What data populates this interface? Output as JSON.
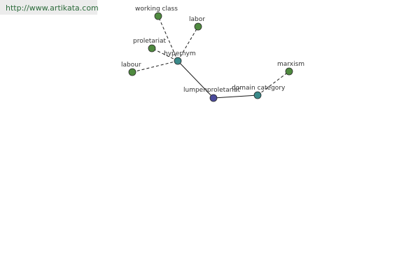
{
  "url_text": "http://www.artikata.com",
  "colors": {
    "leaf": "#4f8a3f",
    "relation": "#3a8a8a",
    "center": "#4a4a9a",
    "stroke": "#1a1a1a",
    "url_bg": "#ececec",
    "url_text": "#2b6a3a"
  },
  "nodes": [
    {
      "id": "lumpenproletariat",
      "label": "lumpenproletariat",
      "kind": "center"
    },
    {
      "id": "hypernym",
      "label": "hypernym",
      "kind": "relation"
    },
    {
      "id": "domain_category",
      "label": "domain category",
      "kind": "relation"
    },
    {
      "id": "working_class",
      "label": "working class",
      "kind": "leaf"
    },
    {
      "id": "labor",
      "label": "labor",
      "kind": "leaf"
    },
    {
      "id": "proletariat",
      "label": "proletariat",
      "kind": "leaf"
    },
    {
      "id": "labour",
      "label": "labour",
      "kind": "leaf"
    },
    {
      "id": "marxism",
      "label": "marxism",
      "kind": "leaf"
    }
  ],
  "edges": [
    {
      "from": "lumpenproletariat",
      "to": "hypernym",
      "style": "solid"
    },
    {
      "from": "lumpenproletariat",
      "to": "domain_category",
      "style": "solid"
    },
    {
      "from": "hypernym",
      "to": "working_class",
      "style": "dashed"
    },
    {
      "from": "hypernym",
      "to": "labor",
      "style": "dashed"
    },
    {
      "from": "hypernym",
      "to": "proletariat",
      "style": "dashed"
    },
    {
      "from": "hypernym",
      "to": "labour",
      "style": "dashed"
    },
    {
      "from": "domain_category",
      "to": "marxism",
      "style": "dashed"
    }
  ]
}
